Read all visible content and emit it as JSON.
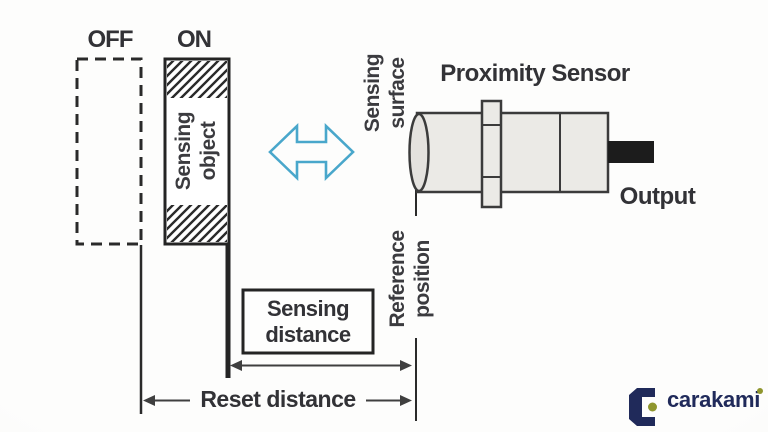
{
  "diagram": {
    "off_label": "OFF",
    "on_label": "ON",
    "sensing_object": "Sensing\nobject",
    "sensing_surface": "Sensing\nsurface",
    "proximity_sensor": "Proximity Sensor",
    "output": "Output",
    "reference_position": "Reference\nposition",
    "sensing_distance": "Sensing\ndistance",
    "reset_distance": "Reset distance"
  },
  "branding": {
    "logo_text": "carakami"
  },
  "icons": {
    "logo_icon": "carakami-c-icon",
    "motion_arrow": "double-headed-horizontal-arrow"
  },
  "colors": {
    "line_dark": "#2a2a2a",
    "text_dark": "#323236",
    "arrow_blue": "#49a7cb",
    "sensor_fill": "#ebeae6",
    "cable_black": "#1c1c1c",
    "logo_navy": "#202a5a",
    "logo_accent": "#8f962e"
  }
}
